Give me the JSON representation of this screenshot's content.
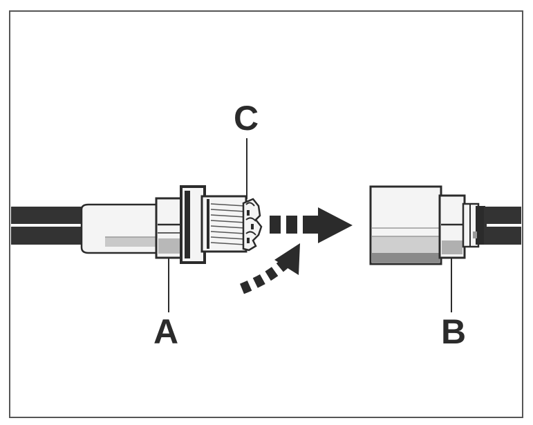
{
  "labels": {
    "a": "A",
    "b": "B",
    "c": "C"
  },
  "colors": {
    "ink": "#2b2b2b",
    "frame": "#555555",
    "light_fill": "#f4f4f4",
    "mid_fill": "#cfcfcf",
    "shade": "#9a9a9a",
    "cable": "#333333"
  },
  "icons": {
    "dashed_arrow": "dashed-arrow-right-icon",
    "curved_arrow": "curved-dashed-arrow-icon"
  }
}
